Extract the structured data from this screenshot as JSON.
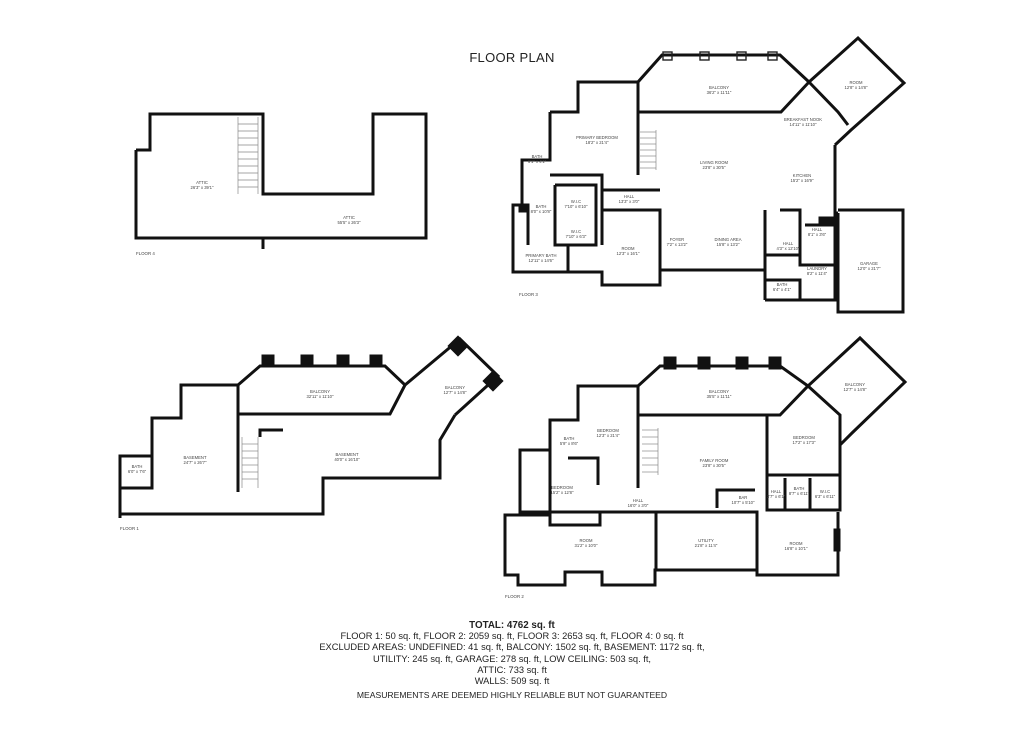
{
  "header": {
    "title": "FLOOR PLAN"
  },
  "floors": {
    "floor4": {
      "label": "FLOOR 4",
      "rooms": [
        {
          "name": "ATTIC",
          "dims": "26'3\" x 39'1\""
        },
        {
          "name": "ATTIC",
          "dims": "55'5\" x 26'3\""
        }
      ]
    },
    "floor3": {
      "label": "FLOOR 3",
      "rooms": [
        {
          "name": "BALCONY",
          "dims": "36'2\" x 11'11\""
        },
        {
          "name": "ROOM",
          "dims": "12'8\" x 14'8\""
        },
        {
          "name": "PRIMARY BEDROOM",
          "dims": "18'2\" x 21'4\""
        },
        {
          "name": "BREAKFAST NOOK",
          "dims": "14'11\" x 11'10\""
        },
        {
          "name": "BATH",
          "dims": "6'1\" x 4'1\""
        },
        {
          "name": "LIVING ROOM",
          "dims": "23'8\" x 30'5\""
        },
        {
          "name": "KITCHEN",
          "dims": "15'2\" x 16'9\""
        },
        {
          "name": "BATH",
          "dims": "8'0\" x 10'8\""
        },
        {
          "name": "W.I.C",
          "dims": "7'10\" x 6'10\""
        },
        {
          "name": "HALL",
          "dims": "13'3\" x 3'0\""
        },
        {
          "name": "W.I.C",
          "dims": "7'10\" x 6'3\""
        },
        {
          "name": "ROOM",
          "dims": "12'3\" x 16'1\""
        },
        {
          "name": "FOYER",
          "dims": "7'2\" x 13'2\""
        },
        {
          "name": "DINING AREA",
          "dims": "15'8\" x 13'2\""
        },
        {
          "name": "HALL",
          "dims": "8'1\" x 3'6\""
        },
        {
          "name": "HALL",
          "dims": "4'3\" x 12'10\""
        },
        {
          "name": "PRIMARY BATH",
          "dims": "12'11\" x 14'6\""
        },
        {
          "name": "GARAGE",
          "dims": "12'0\" x 21'7\""
        },
        {
          "name": "LAUNDRY",
          "dims": "8'2\" x 11'4\""
        },
        {
          "name": "BATH",
          "dims": "6'4\" x 4'1\""
        }
      ]
    },
    "floor1": {
      "label": "FLOOR 1",
      "rooms": [
        {
          "name": "BALCONY",
          "dims": "32'11\" x 11'10\""
        },
        {
          "name": "BALCONY",
          "dims": "12'7\" x 14'8\""
        },
        {
          "name": "BASEMENT",
          "dims": "24'7\" x 26'7\""
        },
        {
          "name": "BASEMENT",
          "dims": "40'0\" x 16'10\""
        },
        {
          "name": "BATH",
          "dims": "6'0\" x 7'6\""
        }
      ]
    },
    "floor2": {
      "label": "FLOOR 2",
      "rooms": [
        {
          "name": "BALCONY",
          "dims": "35'5\" x 11'11\""
        },
        {
          "name": "BALCONY",
          "dims": "12'7\" x 14'8\""
        },
        {
          "name": "BEDROOM",
          "dims": "12'3\" x 21'4\""
        },
        {
          "name": "BATH",
          "dims": "5'9\" x 8'6\""
        },
        {
          "name": "BEDROOM",
          "dims": "17'2\" x 17'3\""
        },
        {
          "name": "FAMILY ROOM",
          "dims": "23'8\" x 30'5\""
        },
        {
          "name": "BEDROOM",
          "dims": "15'2\" x 12'8\""
        },
        {
          "name": "BAR",
          "dims": "10'7\" x 5'10\""
        },
        {
          "name": "HALL",
          "dims": "3'7\" x 6'1\""
        },
        {
          "name": "BATH",
          "dims": "8'7\" x 6'11\""
        },
        {
          "name": "W.I.C",
          "dims": "6'3\" x 6'11\""
        },
        {
          "name": "HALL",
          "dims": "16'0\" x 3'0\""
        },
        {
          "name": "ROOM",
          "dims": "31'2\" x 10'0\""
        },
        {
          "name": "UTILITY",
          "dims": "21'8\" x 11'4\""
        },
        {
          "name": "ROOM",
          "dims": "16'8\" x 10'1\""
        }
      ]
    }
  },
  "footer": {
    "total": "TOTAL: 4762 sq. ft",
    "line1": "FLOOR 1: 50 sq. ft, FLOOR 2: 2059 sq. ft, FLOOR 3: 2653 sq. ft, FLOOR 4: 0 sq. ft",
    "line2": "EXCLUDED AREAS: UNDEFINED: 41 sq. ft, BALCONY: 1502 sq. ft, BASEMENT: 1172 sq. ft,",
    "line3": "UTILITY: 245 sq. ft, GARAGE: 278 sq. ft, LOW CEILING: 503 sq. ft,",
    "line4": "ATTIC: 733 sq. ft",
    "line5": "WALLS: 509 sq. ft",
    "disclaimer": "MEASUREMENTS ARE DEEMED HIGHLY RELIABLE BUT NOT GUARANTEED"
  }
}
